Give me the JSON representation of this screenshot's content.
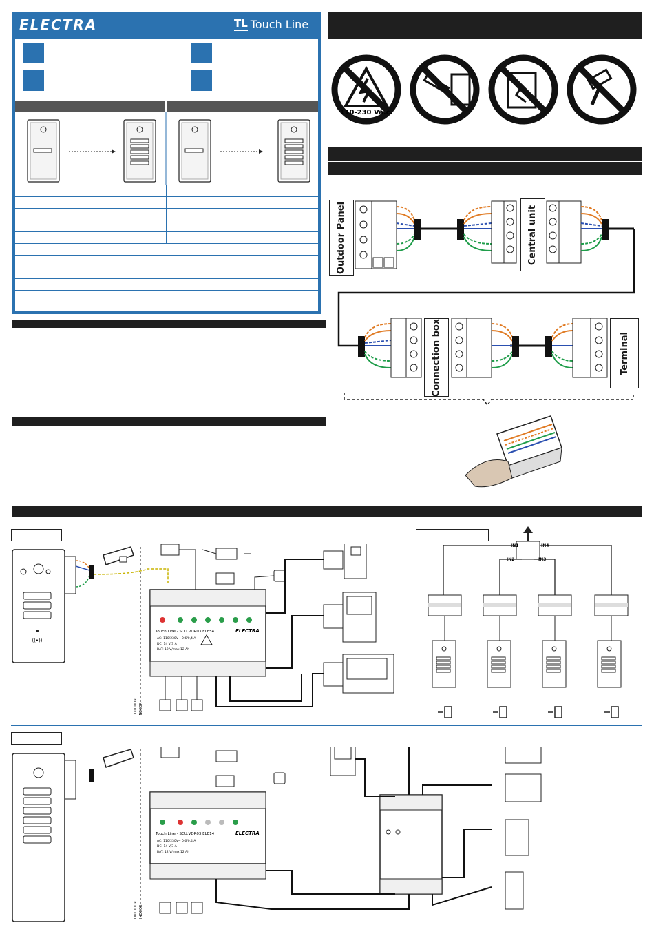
{
  "brand": {
    "name": "ELECTRA",
    "product_line": "Touch Line",
    "product_mark": "TL"
  },
  "wiring_labels": {
    "outdoor_panel": "Outdoor Panel",
    "central_unit": "Central unit",
    "connection_box": "Connection box",
    "terminal": "Terminal"
  },
  "warnings": {
    "voltage": "110-230 Va.c."
  },
  "diagram_labels": {
    "outdoor": "OUTDOOR",
    "indoor": "INDOOR",
    "in1": "IN1",
    "in2": "IN2",
    "in3": "IN3",
    "in4": "IN4"
  },
  "central_unit_1": {
    "model": "Touch Line - SCU.VDR03.ELE54",
    "brand": "ELECTRA",
    "spec_ac": "AC: 110/230V~ 0,6/0,4 A",
    "spec_dc": "DC: 14 V/3 A",
    "spec_bat": "BAT: 12 V/max 12 Ah"
  },
  "central_unit_2": {
    "model": "Touch Line - SCU.VDR03.ELE14",
    "brand": "ELECTRA",
    "spec_ac": "AC: 110/230V~ 0,6/0,4 A",
    "spec_dc": "DC: 14 V/3 A",
    "spec_bat": "BAT: 12 V/max 12 Ah"
  },
  "colors": {
    "accent": "#2b72b0",
    "header": "#1f1f1f",
    "pair_orange": "#e07b24",
    "pair_blue": "#2a4fb0",
    "pair_green": "#1f9d4a"
  }
}
